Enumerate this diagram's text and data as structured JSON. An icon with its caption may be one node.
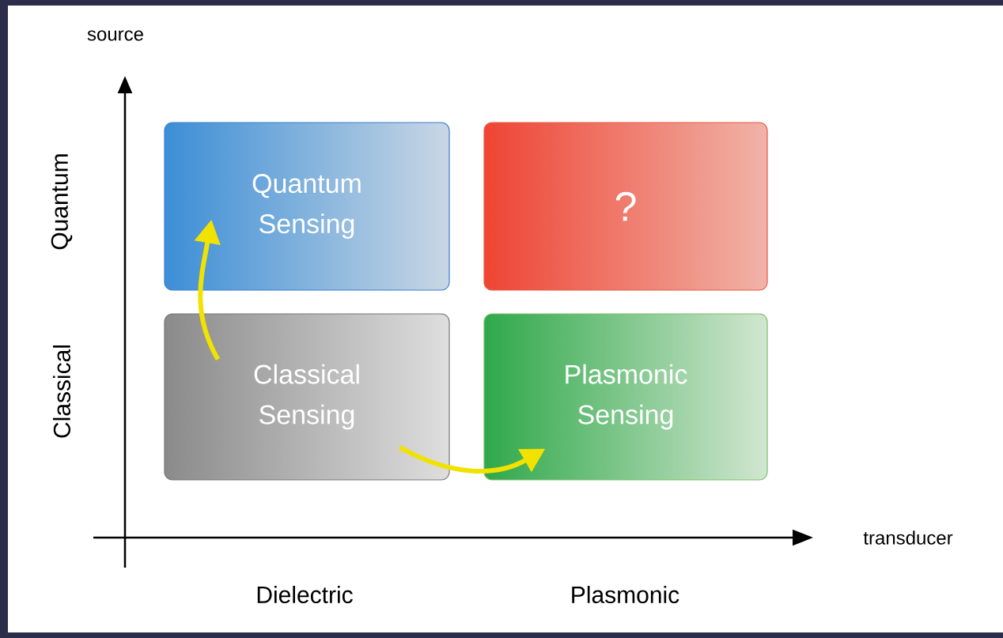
{
  "diagram": {
    "nodes": [
      {
        "text": [
          "Quantum Sensing"
        ]
      },
      {
        "text": [
          "?"
        ]
      },
      {
        "text": [
          "Classical Sensing"
        ]
      },
      {
        "text": [
          "Plasmonic Sensing"
        ]
      }
    ],
    "edges": [
      {
        "from": 2,
        "to": 0,
        "arrow": "to"
      },
      {
        "from": 2,
        "to": 3,
        "arrow": "to"
      }
    ],
    "labels": [
      "source",
      "Quantum",
      "Classical",
      "transducer",
      "Dielectric",
      "Plasmonic"
    ]
  }
}
